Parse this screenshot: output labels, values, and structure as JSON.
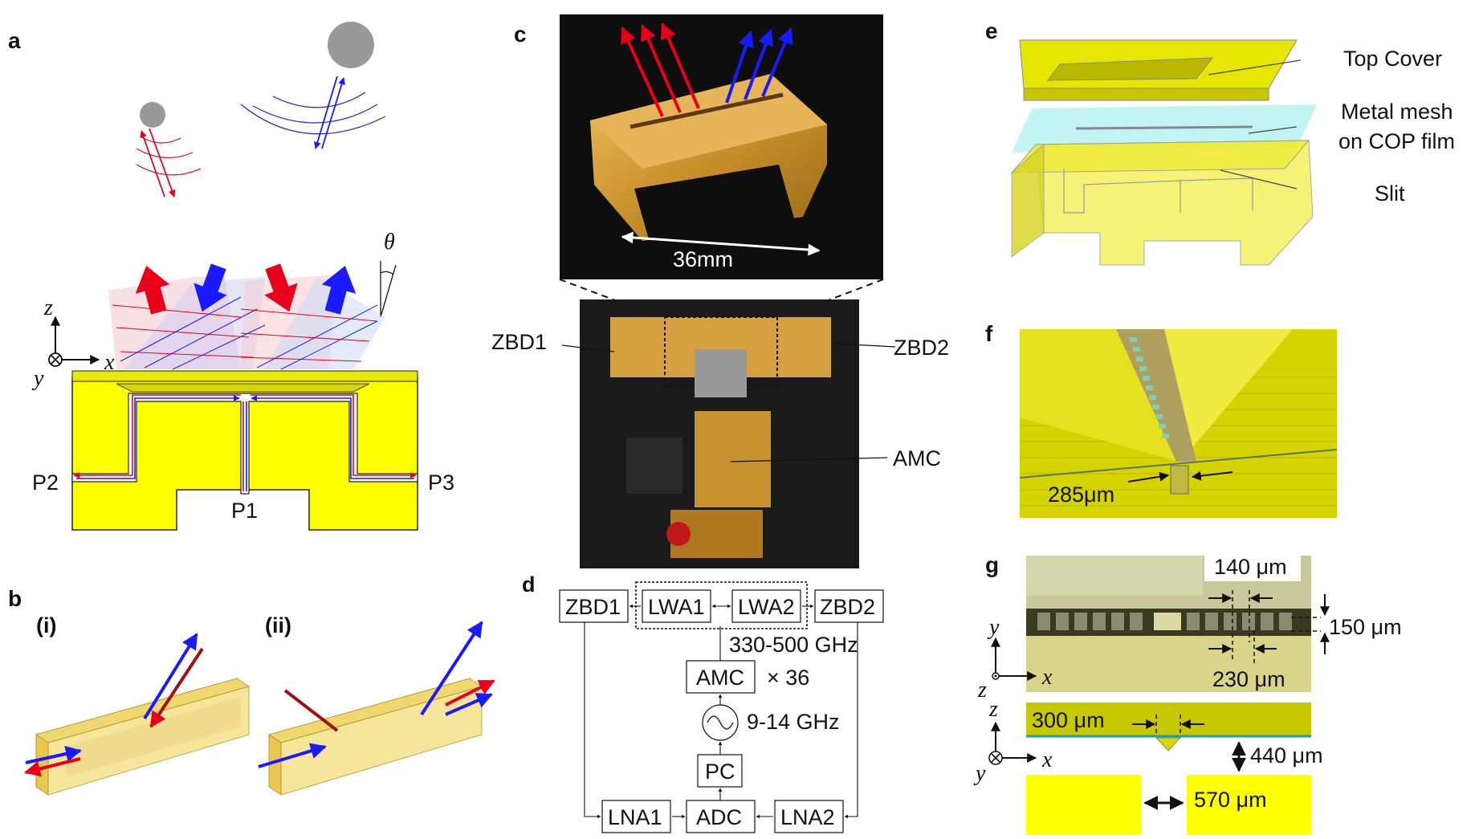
{
  "panels": {
    "a": "a",
    "b": "b",
    "c": "c",
    "d": "d",
    "e": "e",
    "f": "f",
    "g": "g"
  },
  "panel_a": {
    "theta": "θ",
    "axes": {
      "z": "z",
      "y": "y",
      "x": "x"
    },
    "ports": {
      "p1": "P1",
      "p2": "P2",
      "p3": "P3"
    }
  },
  "panel_b": {
    "sub1": "(i)",
    "sub2": "(ii)"
  },
  "panel_c": {
    "dimension": "36mm",
    "labels": {
      "zbd1": "ZBD1",
      "zbd2": "ZBD2",
      "amc": "AMC"
    }
  },
  "panel_d": {
    "blocks": {
      "zbd1": "ZBD1",
      "lwa1": "LWA1",
      "lwa2": "LWA2",
      "zbd2": "ZBD2",
      "amc": "AMC",
      "pc": "PC",
      "lna1": "LNA1",
      "adc": "ADC",
      "lna2": "LNA2"
    },
    "freq_high": "330-500 GHz",
    "multiplier": "× 36",
    "freq_low": "9-14 GHz"
  },
  "panel_e": {
    "top_cover": "Top Cover",
    "metal_mesh_1": "Metal mesh",
    "metal_mesh_2": "on COP film",
    "slit": "Slit"
  },
  "panel_f": {
    "width": "285μm"
  },
  "panel_g": {
    "dim_140": "140 μm",
    "dim_150": "150 μm",
    "dim_230": "230 μm",
    "dim_300": "300 μm",
    "dim_440": "440 μm",
    "dim_570": "570 μm",
    "axes": {
      "y": "y",
      "z": "z",
      "x": "x"
    }
  },
  "colors": {
    "gold": "#ffff00",
    "red": "#e8001a",
    "blue": "#1a1aff",
    "olive": "#c8c800"
  }
}
